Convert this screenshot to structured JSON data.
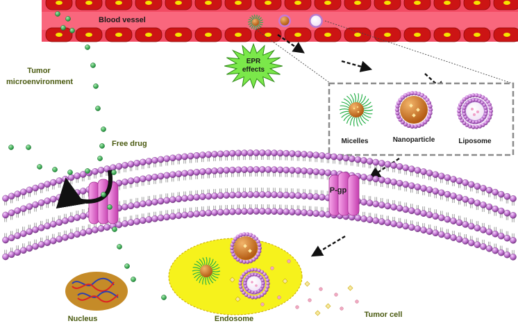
{
  "labels": {
    "blood_vessel": "Blood vessel",
    "epr_line1": "EPR",
    "epr_line2": "effects",
    "tumor_line1": "Tumor",
    "tumor_line2": "microenvironment",
    "free_drug": "Free drug",
    "micelles": "Micelles",
    "nanoparticle": "Nanoparticle",
    "liposome": "Liposome",
    "pgp": "P-gp",
    "nucleus": "Nucleus",
    "endosome": "Endosome",
    "tumor_cell": "Tumor cell"
  },
  "colors": {
    "vessel": "#f24b63",
    "red_blood_cell": "#cc1414",
    "rbc_core": "#f5e300",
    "drug_dot": "#2fa84f",
    "membrane_head": "#c678d6",
    "pgp": "#e060c8",
    "endosome": "#f6f21c",
    "nucleus": "#c58b28",
    "epr_burst": "#7be84a"
  }
}
